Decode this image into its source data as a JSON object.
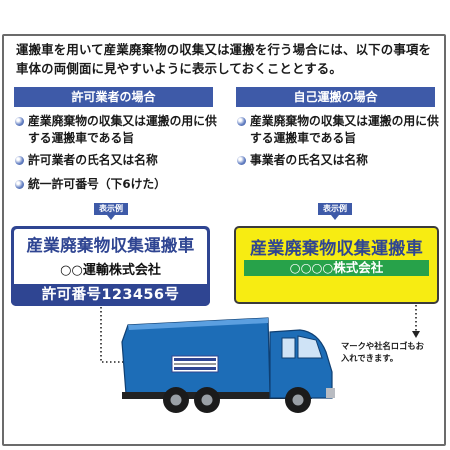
{
  "intro": "運搬車を用いて産業廃棄物の収集又は運搬を行う場合には、以下の事項を車体の両側面に見やすいように表示しておくこととする。",
  "left": {
    "header": "許可業者の場合",
    "items": [
      "産業廃棄物の収集又は運搬の用に供する運搬車である旨",
      "許可業者の氏名又は名称",
      "統一許可番号（下6けた）"
    ]
  },
  "right": {
    "header": "自己運搬の場合",
    "items": [
      "産業廃棄物の収集又は運搬の用に供する運搬車である旨",
      "事業者の氏名又は名称"
    ]
  },
  "example_tag": "表示例",
  "plate1": {
    "title": "産業廃棄物収集運搬車",
    "company": "○○運輸株式会社",
    "number": "許可番号123456号"
  },
  "plate2": {
    "title": "産業廃棄物収集運搬車",
    "company": "○○○○株式会社"
  },
  "note": "マークや社名ロゴもお入れできます。",
  "colors": {
    "brand_blue": "#3e5aa8",
    "truck_blue": "#1e6fb8",
    "plate_yellow": "#f7ec12",
    "band_green": "#27a24a"
  }
}
